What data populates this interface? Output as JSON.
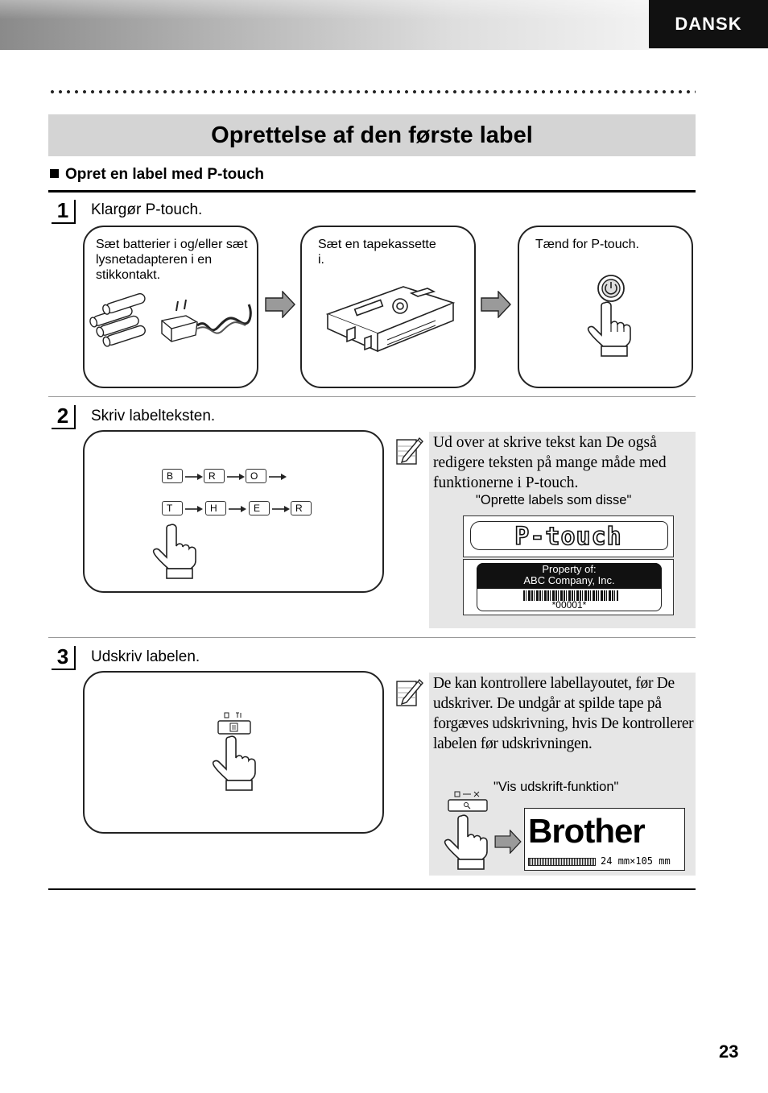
{
  "header": {
    "language": "DANSK"
  },
  "title": "Oprettelse af den første label",
  "subheading": "Opret en label med P-touch",
  "steps": [
    {
      "number": "1",
      "text": "Klargør P-touch.",
      "panels": [
        "Sæt batterier i og/eller sæt lysnetadapteren i en stikkontakt.",
        "Sæt en tapekassette i.",
        "Tænd for P-touch."
      ]
    },
    {
      "number": "2",
      "text": "Skriv labelteksten.",
      "keys_row1": [
        "B",
        "R",
        "O"
      ],
      "keys_row2": [
        "T",
        "H",
        "E",
        "R"
      ],
      "note": "Ud over at skrive tekst kan De også redigere teksten på mange måde med funktionerne i P-touch.",
      "note_caption": "\"Oprette labels som disse\"",
      "sample_label_1": "P-touch",
      "sample_label_2_line1": "Property of:",
      "sample_label_2_line2": "ABC Company, Inc.",
      "sample_label_2_barcode": "*00001*"
    },
    {
      "number": "3",
      "text": "Udskriv labelen.",
      "note": "De kan kontrollere labellayoutet, før De udskriver. De undgår at spilde tape på forgæves udskrivning, hvis De kontrollerer labelen før udskrivningen.",
      "note_caption": "\"Vis udskrift-funktion\"",
      "preview_text": "Brother",
      "preview_dims": "24 mm×105 mm"
    }
  ],
  "page_number": "23"
}
